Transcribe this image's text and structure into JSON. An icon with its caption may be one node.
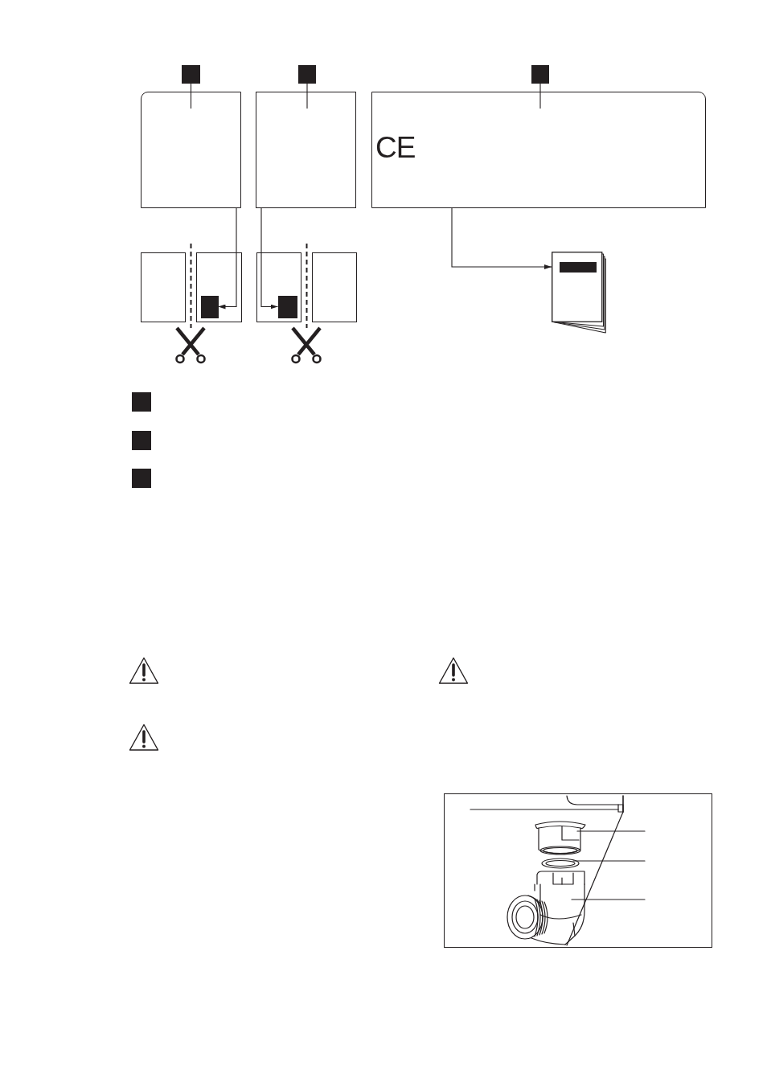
{
  "diagram": {
    "nodes": [
      {
        "text": [],
        "shape": "box"
      },
      {
        "text": [],
        "shape": "box"
      },
      {
        "text": [],
        "shape": "box"
      },
      {
        "text": [],
        "shape": "box"
      },
      {
        "text": [],
        "shape": "box"
      },
      {
        "text": [
          "CE"
        ]
      },
      {
        "text": [],
        "shape": "box"
      },
      {
        "text": [],
        "shape": "box"
      },
      {
        "text": [],
        "shape": "box",
        "in": 7
      },
      {
        "text": [],
        "shape": "box"
      },
      {
        "text": [],
        "shape": "box",
        "in": 9
      },
      {
        "text": [],
        "shape": "box"
      },
      {
        "text": [],
        "shape": "picture"
      },
      {
        "text": [],
        "shape": "box"
      },
      {
        "text": [],
        "shape": "box"
      },
      {
        "text": [],
        "shape": "box"
      },
      {
        "text": [],
        "shape": "picture"
      }
    ],
    "edges": [
      {
        "from": 0,
        "to": 3,
        "arrow": "none"
      },
      {
        "from": 1,
        "to": 4,
        "arrow": "none"
      },
      {
        "from": 2,
        "to": 5,
        "arrow": "none"
      },
      {
        "from": 3,
        "to": 8,
        "arrow": "to"
      },
      {
        "from": 4,
        "to": 10,
        "arrow": "to"
      },
      {
        "from": 5,
        "to": 12,
        "arrow": "to"
      }
    ]
  }
}
